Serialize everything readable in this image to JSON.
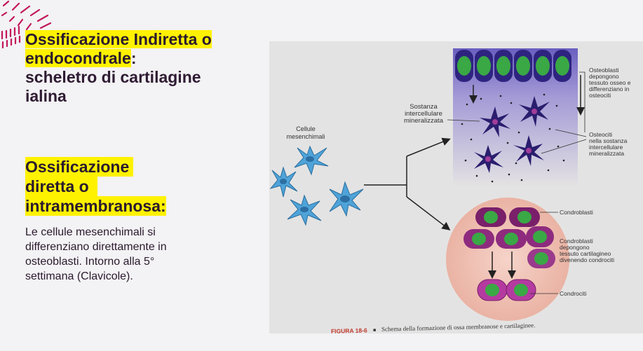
{
  "heading_indirect": {
    "line1": "Ossificazione Indiretta o",
    "line2_highlight": "endocondrale",
    "line2_rest": ":",
    "line3": "scheletro di cartilagine",
    "line4": "ialina"
  },
  "heading_direct": {
    "line1": "Ossificazione",
    "line2": "diretta o",
    "line3": "intramembranosa",
    "line3_rest": ":"
  },
  "body": {
    "line1": "Le cellule mesenchimali si",
    "line2": "differenziano direttamente in",
    "line3": "osteoblasti. Intorno alla 5°",
    "line4": "settimana (Clavicole)."
  },
  "figure": {
    "label_mesenchymal_1": "Cellule",
    "label_mesenchymal_2": "mesenchimali",
    "label_matrix_1": "Sostanza",
    "label_matrix_2": "intercellulare",
    "label_matrix_3": "mineralizzata",
    "label_osteoblasts_1": "Osteoblasti",
    "label_osteoblasts_2": "depongono",
    "label_osteoblasts_3": "tessuto osseo e",
    "label_osteoblasts_4": "differenziano in",
    "label_osteoblasts_5": "osteociti",
    "label_osteocytes_1": "Osteociti",
    "label_osteocytes_2": "nella sostanza",
    "label_osteocytes_3": "intercellulare",
    "label_osteocytes_4": "mineralizzata",
    "label_chondroblasts": "Condroblasti",
    "label_chondro_dep_1": "Condroblasti",
    "label_chondro_dep_2": "depongono",
    "label_chondro_dep_3": "tessuto cartilagineo",
    "label_chondro_dep_4": "divenendo condrociti",
    "label_chondrocytes": "Condrociti",
    "caption_fig": "FIGURA 18-6",
    "caption_bullet": "■",
    "caption_text": "Schema della formazione di ossa membranose e cartilaginee."
  },
  "colors": {
    "highlight": "#fff200",
    "heading_text": "#2f1b33",
    "deco_pink": "#c2185b",
    "osteoblast_purple": "#3d2b8c",
    "nucleus_green": "#3aa845",
    "mesenchymal_blue": "#4fa3d8",
    "chondro_magenta": "#9a2a86",
    "cartilage_pink": "#f0c2b5"
  }
}
